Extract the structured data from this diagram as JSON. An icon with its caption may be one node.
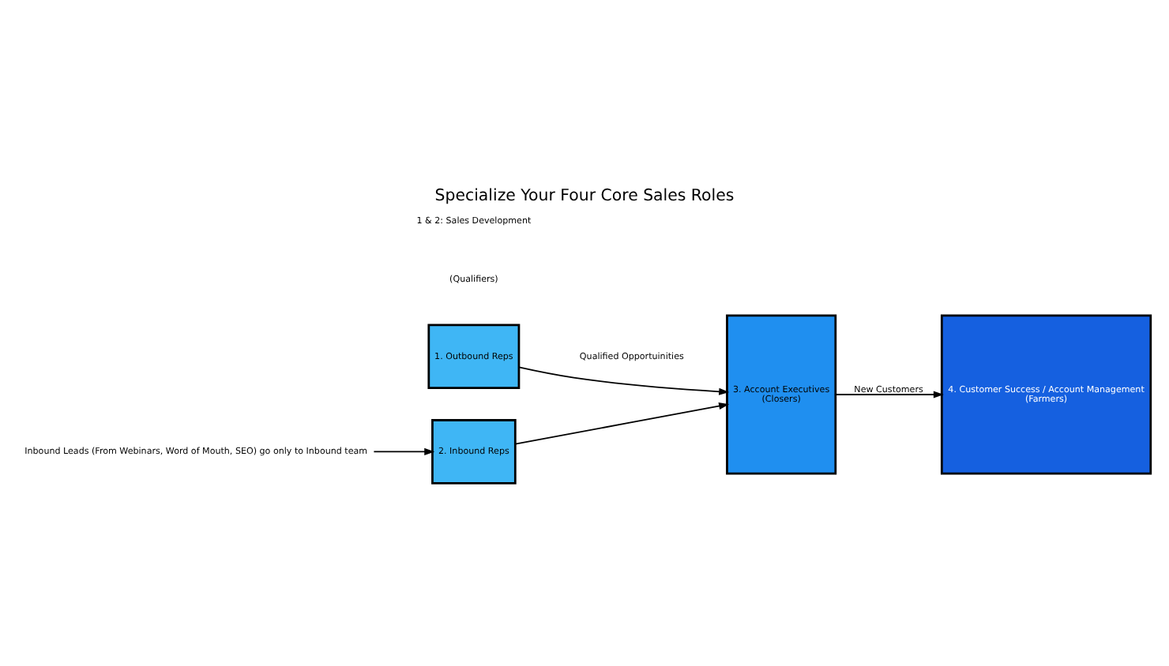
{
  "diagram": {
    "title": "Specialize Your Four Core Sales Roles",
    "nodes": [
      {
        "text": [
          "Inbound Leads (From Webinars, Word of Mouth, SEO) go only to Inbound team"
        ]
      },
      {
        "text": [
          "1. Outbound Reps"
        ]
      },
      {
        "text": [
          "2. Inbound Reps"
        ]
      },
      {
        "text": [
          "3. Account Executives",
          "(Closers)"
        ]
      },
      {
        "text": [
          "4. Customer Success / Account Management",
          "(Farmers)"
        ]
      }
    ],
    "edges": [
      {
        "from": 0,
        "to": 2,
        "arrow": "to"
      },
      {
        "from": 1,
        "to": 3,
        "arrow": "to"
      },
      {
        "from": 2,
        "to": 3,
        "arrow": "to"
      },
      {
        "from": 3,
        "to": 4,
        "arrow": "to",
        "label": "New Customers"
      }
    ],
    "labels": [
      "1 & 2: Sales Development",
      "(Qualifiers)",
      "Qualified Opportuinities"
    ]
  }
}
